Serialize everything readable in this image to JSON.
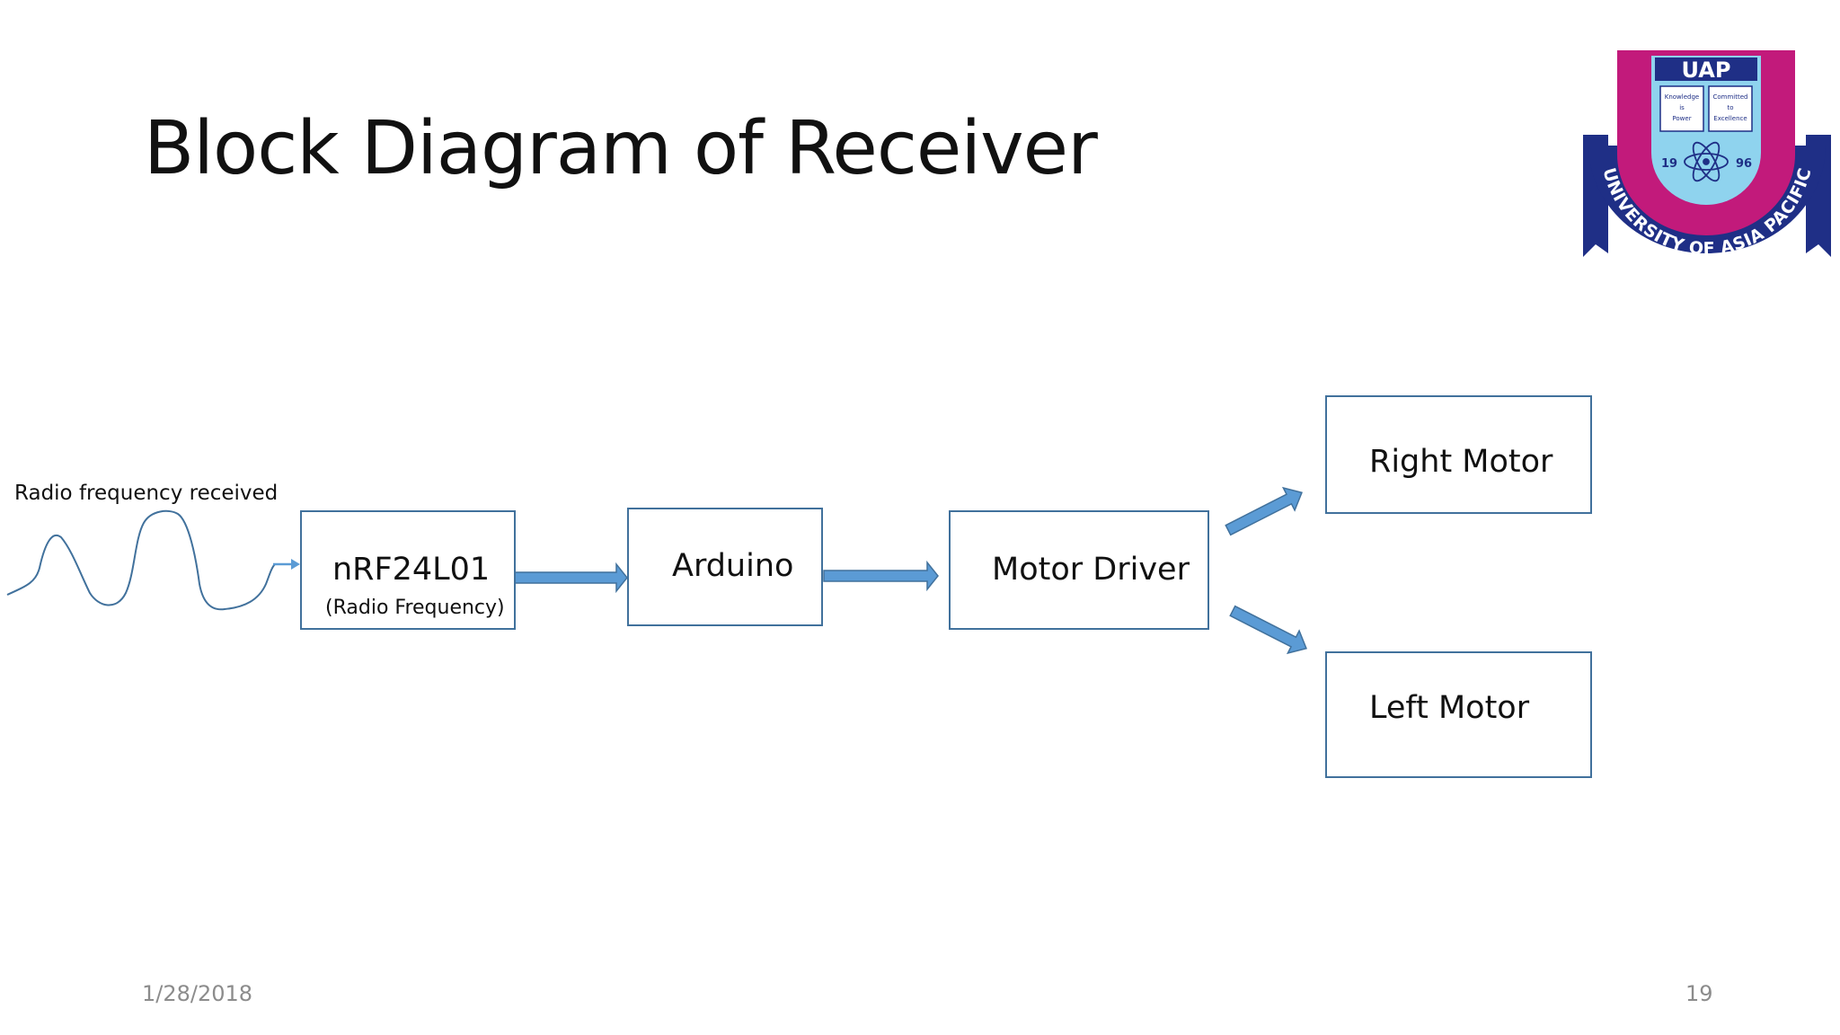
{
  "slide": {
    "title": "Block Diagram of Receiver",
    "date": "1/28/2018",
    "page_number": "19"
  },
  "logo": {
    "top_text": "UAP",
    "book_text": [
      "Knowledge",
      "Committed",
      "is",
      "to",
      "Power",
      "Excellence"
    ],
    "year_left": "19",
    "year_right": "96",
    "ring_text": "UNIVERSITY OF ASIA PACIFIC",
    "colors": {
      "magenta": "#c21a7b",
      "navy": "#1f2f86",
      "light_blue": "#8fd3ee"
    }
  },
  "diagram": {
    "signal_label": "Radio frequency received",
    "blocks": {
      "rf_module": {
        "label": "nRF24L01",
        "sublabel": "(Radio Frequency)"
      },
      "arduino": {
        "label": "Arduino"
      },
      "motor_driver": {
        "label": "Motor Driver"
      },
      "right_motor": {
        "label": "Right Motor"
      },
      "left_motor": {
        "label": "Left Motor"
      }
    },
    "colors": {
      "box_border": "#41719c",
      "arrow_fill": "#5b9bd5",
      "arrow_stroke": "#41719c",
      "wave": "#41719c"
    }
  }
}
